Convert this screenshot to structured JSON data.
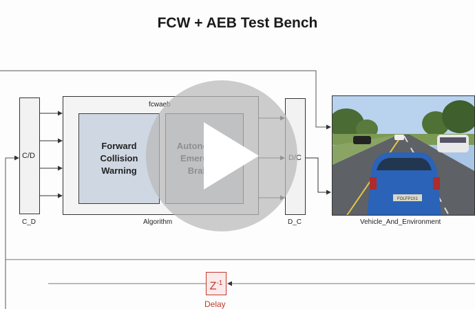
{
  "diagram": {
    "title": "FCW + AEB Test Bench",
    "cd_block": {
      "text": "C/D",
      "caption": "C_D"
    },
    "algorithm": {
      "header": "fcwaeb",
      "caption": "Algorithm",
      "fcw_label": "Forward\nCollision\nWarning",
      "aeb_label": "Autonomous\nEmergency\nBraking"
    },
    "dc_block": {
      "text": "D/C",
      "caption": "D_C"
    },
    "vehicle": {
      "caption": "Vehicle_And_Environment",
      "plate": "FOLFP1X1"
    },
    "delay": {
      "symbol": "Z",
      "exponent": "-1",
      "caption": "Delay"
    }
  },
  "player": {
    "play_icon": "play-icon"
  },
  "colors": {
    "delay_red": "#c0392b",
    "subsystem_fill": "#cfd7e3"
  }
}
